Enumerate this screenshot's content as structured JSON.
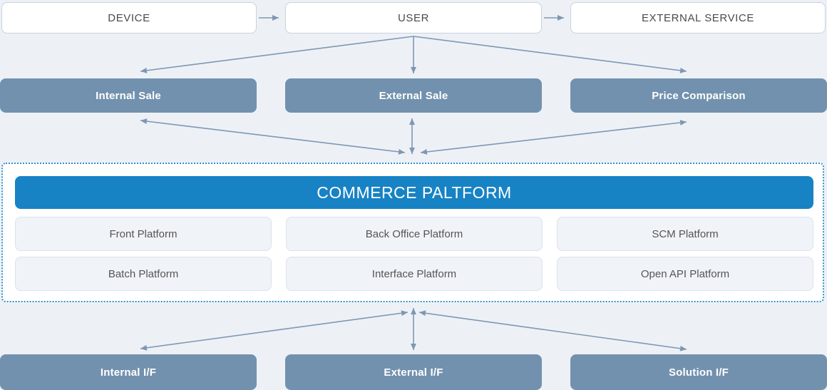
{
  "colors": {
    "background": "#edf1f6",
    "arrow": "#7e97b3",
    "node_fill": "#7291ae",
    "node_text": "#ffffff",
    "platform_header_fill": "#1783c5",
    "container_dotted_border": "#2e8fcb",
    "module_fill": "#f0f3f8",
    "module_border": "#dbe2ee",
    "top_box_border": "#c6d2e2",
    "top_box_text": "#4a4a4a",
    "module_text": "#555555"
  },
  "top_row": {
    "items": [
      {
        "label": "DEVICE"
      },
      {
        "label": "USER"
      },
      {
        "label": "EXTERNAL SERVICE"
      }
    ]
  },
  "sales_row": {
    "items": [
      {
        "label": "Internal Sale"
      },
      {
        "label": "External Sale"
      },
      {
        "label": "Price Comparison"
      }
    ]
  },
  "platform": {
    "title": "COMMERCE PALTFORM",
    "modules": [
      {
        "label": "Front Platform"
      },
      {
        "label": "Back Office Platform"
      },
      {
        "label": "SCM Platform"
      },
      {
        "label": "Batch Platform"
      },
      {
        "label": "Interface Platform"
      },
      {
        "label": "Open API Platform"
      }
    ]
  },
  "interface_row": {
    "items": [
      {
        "label": "Internal I/F"
      },
      {
        "label": "External I/F"
      },
      {
        "label": "Solution I/F"
      }
    ]
  }
}
